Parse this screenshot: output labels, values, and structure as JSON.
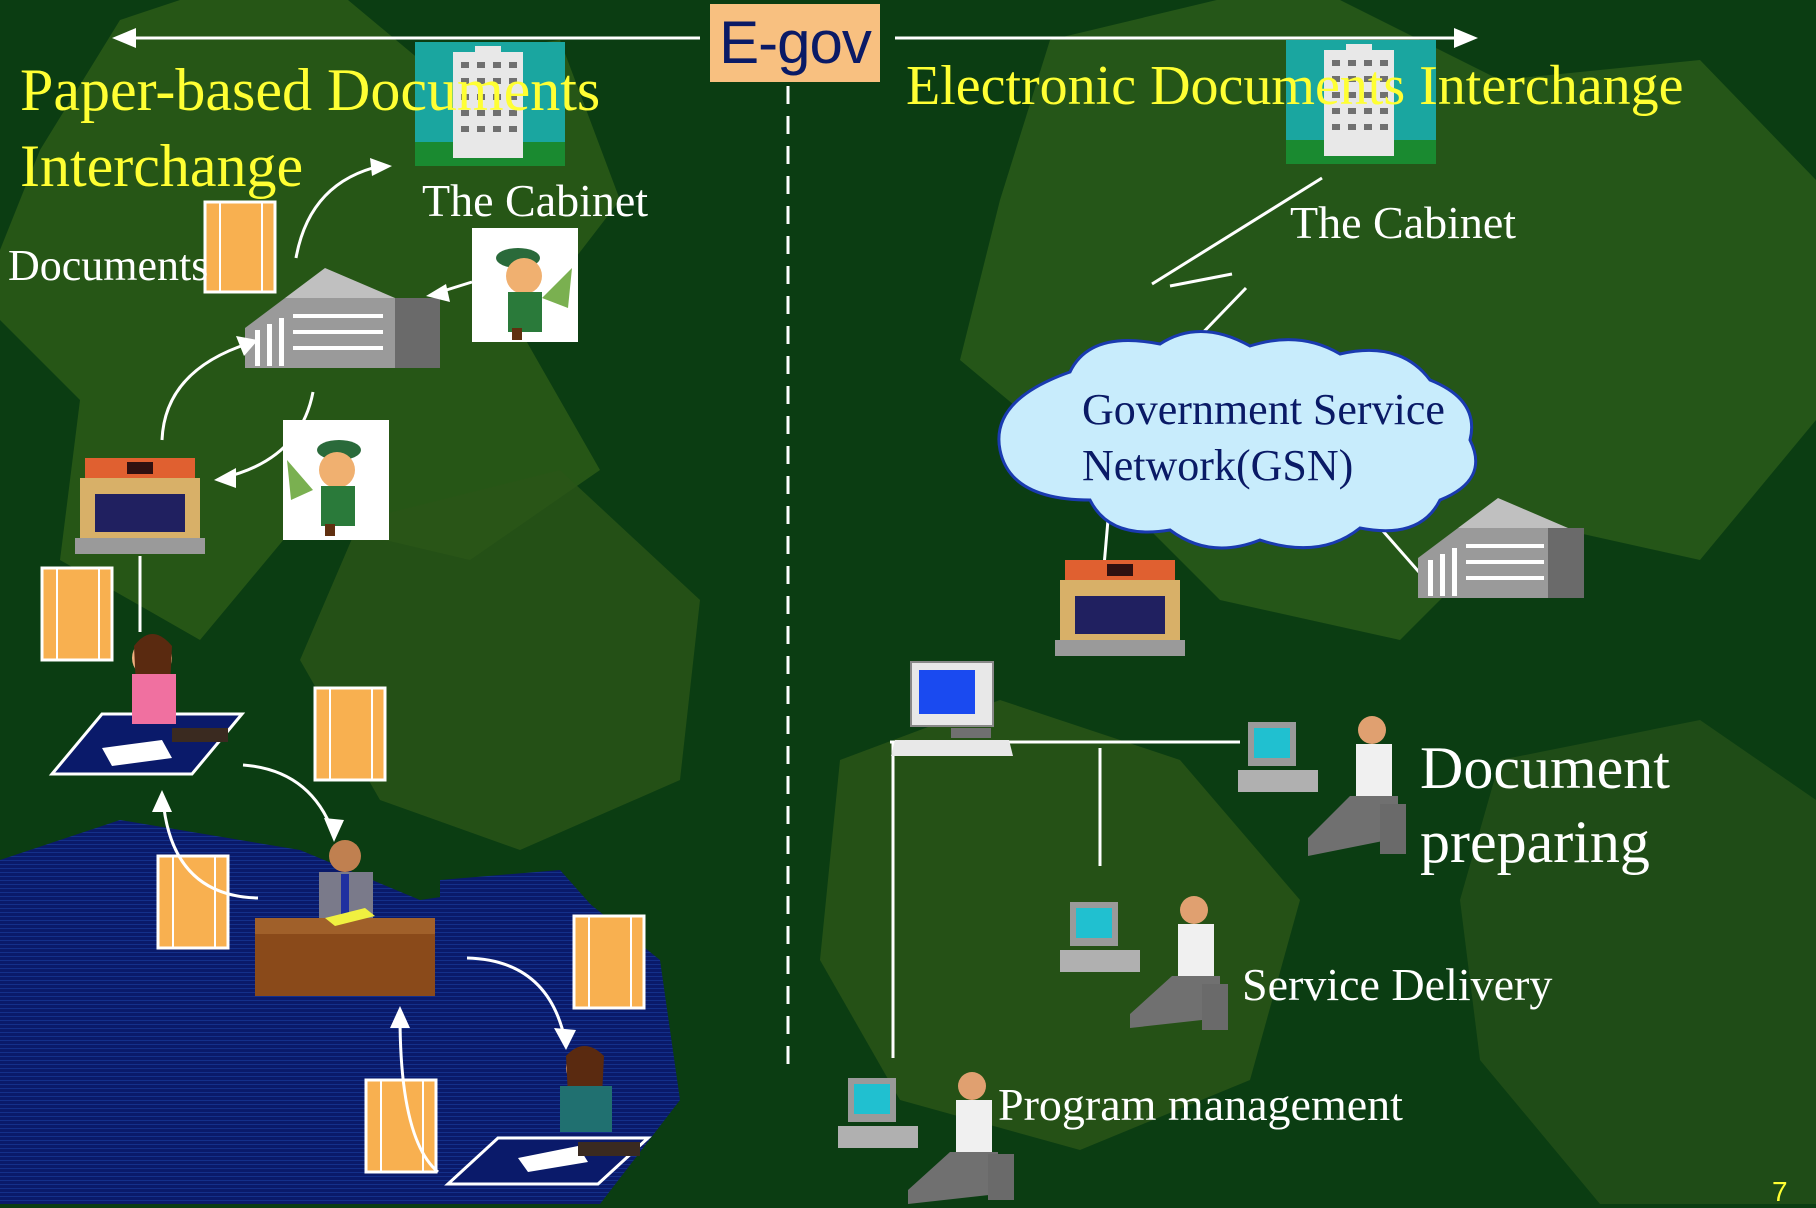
{
  "header": {
    "center_label": "E-gov"
  },
  "left_panel": {
    "title_line1": "Paper-based Documents",
    "title_line2": "Interchange",
    "cabinet_label": "The Cabinet",
    "documents_label": "Documents"
  },
  "right_panel": {
    "title": "Electronic Documents Interchange",
    "cabinet_label": "The Cabinet",
    "network_line1": "Government Service",
    "network_line2": "Network(GSN)",
    "doc_prep_line1": "Document",
    "doc_prep_line2": "preparing",
    "service_delivery_label": "Service Delivery",
    "program_management_label": "Program management"
  },
  "footer": {
    "page_number": "7"
  },
  "colors": {
    "background": "#0b3d12",
    "title_text": "#ffff33",
    "label_text": "#ffffff",
    "egov_box": "#f8c080",
    "cloud_fill": "#c8ecfc",
    "folder": "#f8b050",
    "blue_area": "#0a1a6a"
  }
}
